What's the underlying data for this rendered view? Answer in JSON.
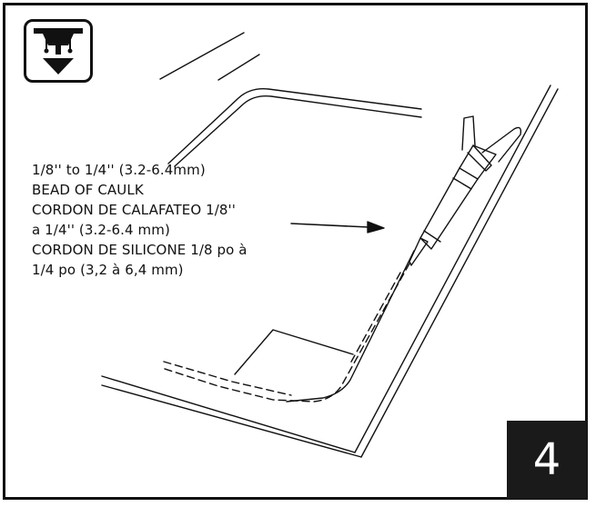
{
  "caption": {
    "lines": [
      "1/8'' to 1/4'' (3.2-6.4mm)",
      "BEAD OF CAULK",
      "CORDON DE CALAFATEO 1/8''",
      "a 1/4'' (3.2-6.4 mm)",
      "CORDON DE SILICONE 1/8 po à",
      "1/4 po (3,2 à 6,4 mm)"
    ]
  },
  "step": {
    "number": "4"
  },
  "icons": {
    "category": "undermount-sink-icon",
    "tool": "caulk-gun-icon"
  }
}
